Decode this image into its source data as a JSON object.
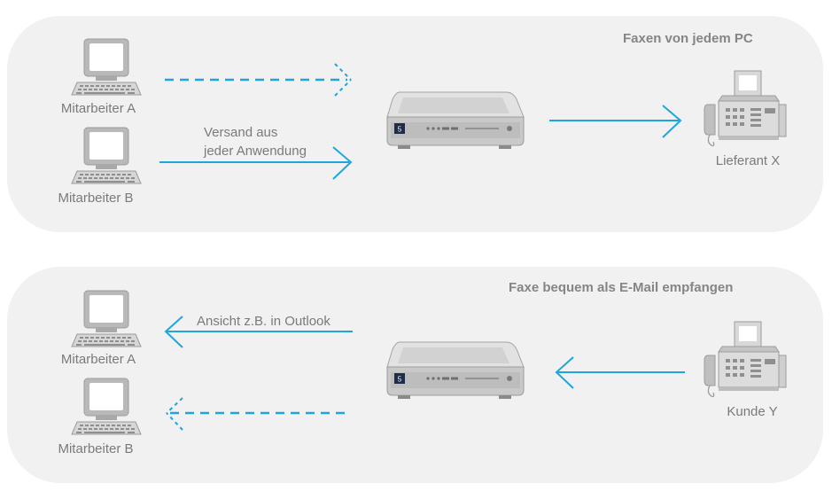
{
  "top_panel": {
    "title": "Faxen von jedem PC",
    "pc_a_label": "Mitarbeiter A",
    "pc_b_label": "Mitarbeiter B",
    "send_label_line1": "Versand aus",
    "send_label_line2": "jeder Anwendung",
    "fax_label": "Lieferant X"
  },
  "bottom_panel": {
    "title": "Faxe bequem als E-Mail empfangen",
    "pc_a_label": "Mitarbeiter A",
    "pc_b_label": "Mitarbeiter B",
    "view_label": "Ansicht z.B. in Outlook",
    "fax_label": "Kunde Y"
  },
  "colors": {
    "panel_bg": "#f1f1f1",
    "arrow": "#1ea5dc",
    "label_text": "#7a7a7a",
    "title_text": "#858585",
    "device_dark": "#1f2d4a"
  }
}
